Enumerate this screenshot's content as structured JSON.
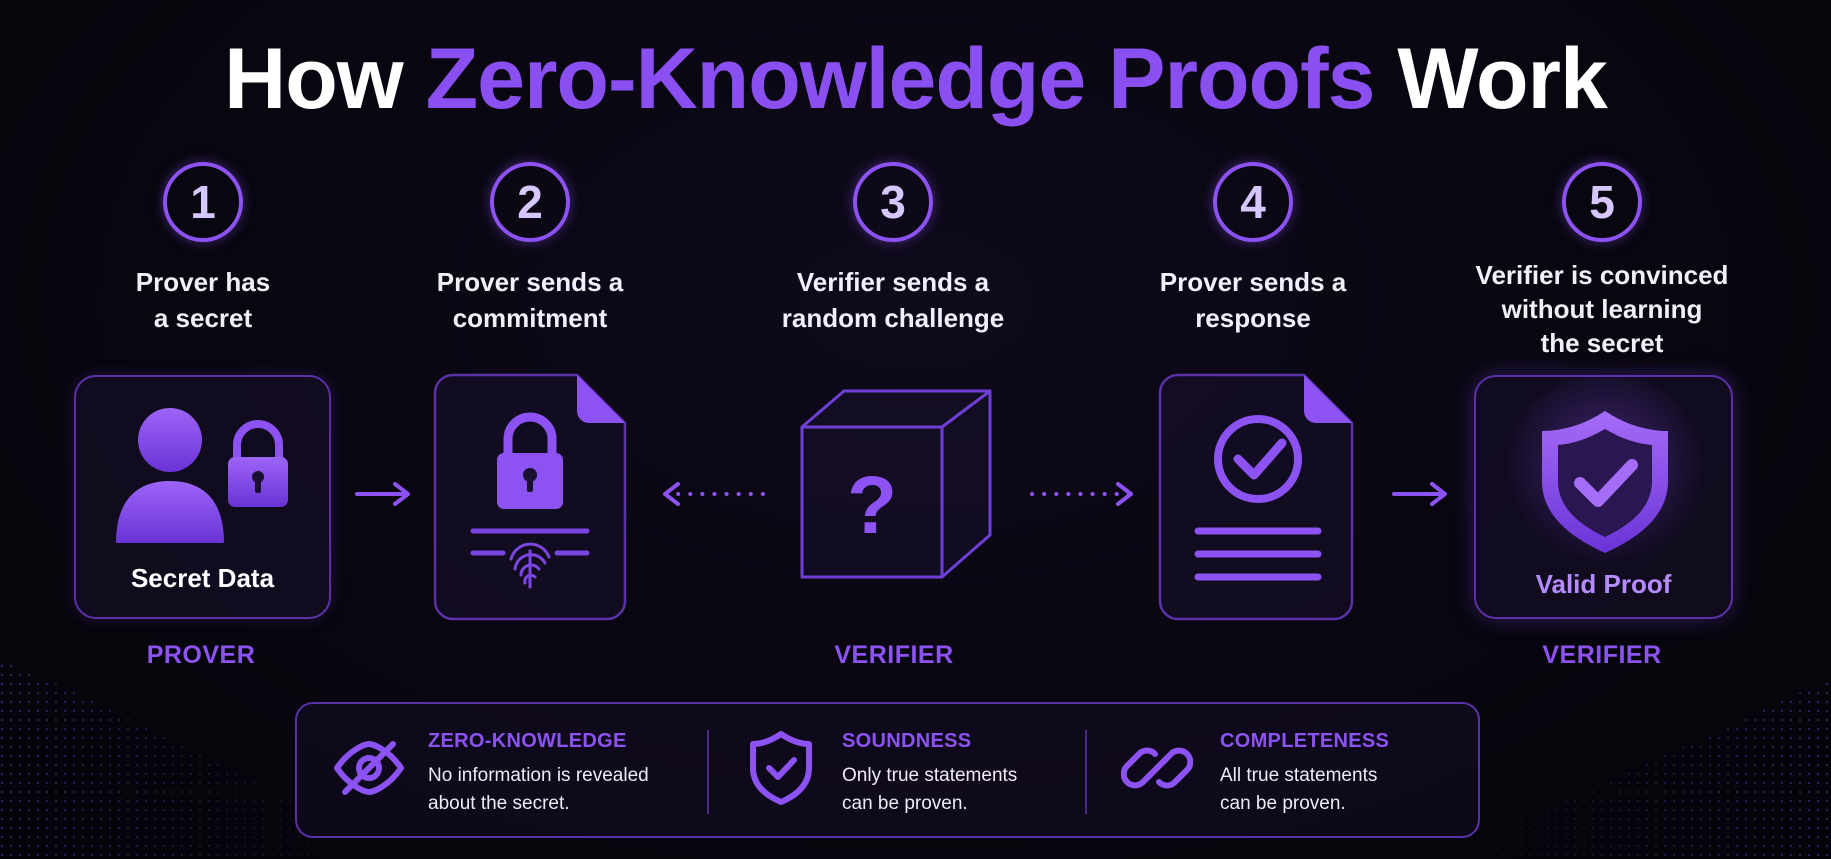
{
  "title": {
    "part1": "How ",
    "highlight": "Zero-Knowledge Proofs",
    "part2": " Work"
  },
  "colors": {
    "accent": "#8c52f2",
    "background": "#08060f",
    "text": "#ffffff"
  },
  "steps": [
    {
      "number": "1",
      "line1": "Prover has",
      "line2": "a secret",
      "line3": ""
    },
    {
      "number": "2",
      "line1": "Prover sends a",
      "line2": "commitment",
      "line3": ""
    },
    {
      "number": "3",
      "line1": "Verifier sends a",
      "line2": "random challenge",
      "line3": ""
    },
    {
      "number": "4",
      "line1": "Prover sends a",
      "line2": "response",
      "line3": ""
    },
    {
      "number": "5",
      "line1": "Verifier is convinced",
      "line2": "without learning",
      "line3": "the secret"
    }
  ],
  "cards": {
    "prover_caption": "Secret Data",
    "proof_caption": "Valid Proof",
    "icons": [
      "user-with-lock-icon",
      "locked-document-icon",
      "question-cube-icon",
      "checked-document-icon",
      "shield-check-icon"
    ]
  },
  "roles": {
    "left": "PROVER",
    "middle": "VERIFIER",
    "right": "VERIFIER"
  },
  "legend": [
    {
      "icon": "eye-slash-icon",
      "title": "ZERO-KNOWLEDGE",
      "line1": "No information is revealed",
      "line2": "about the secret."
    },
    {
      "icon": "shield-check-icon",
      "title": "SOUNDNESS",
      "line1": "Only true statements",
      "line2": "can be proven."
    },
    {
      "icon": "chain-link-icon",
      "title": "COMPLETENESS",
      "line1": "All true statements",
      "line2": "can be proven."
    }
  ]
}
